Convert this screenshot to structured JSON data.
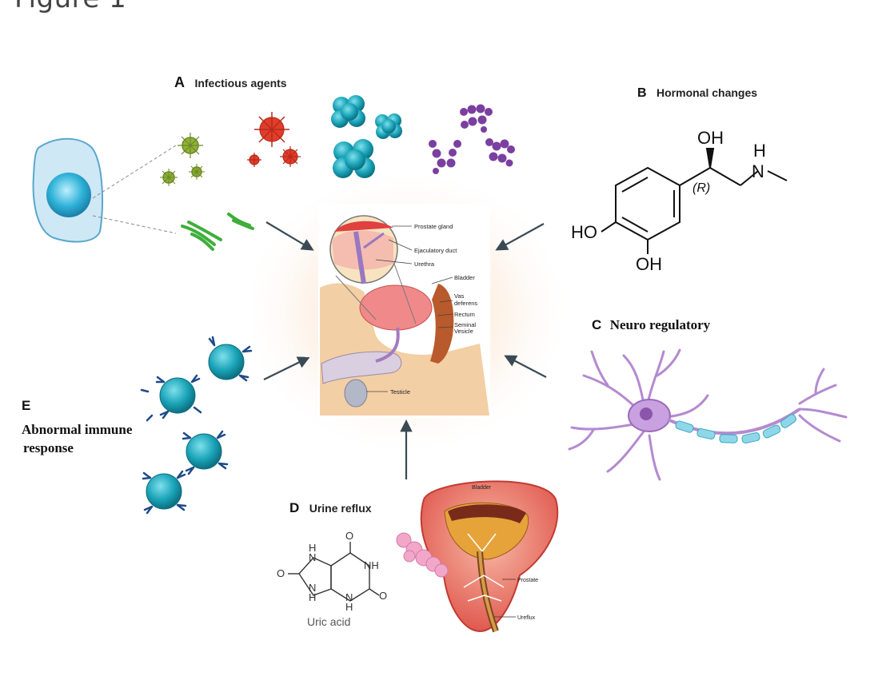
{
  "figure_title": "Figure 1",
  "panels": {
    "a": {
      "letter": "A",
      "title": "Infectious agents"
    },
    "b": {
      "letter": "B",
      "title": "Hormonal changes",
      "molecule": {
        "oh_top": "OH",
        "stereo": "(R)",
        "h": "H",
        "n": "N",
        "ho_left": "HO",
        "oh_bottom": "OH"
      }
    },
    "c": {
      "letter": "C",
      "title": "Neuro regulatory"
    },
    "d": {
      "letter": "D",
      "title": "Urine reflux",
      "molecule": {
        "name": "Uric acid",
        "o_top": "O",
        "o_left": "O",
        "o_right": "O",
        "h1": "H",
        "n1": "N",
        "nh_right": "NH",
        "n_bottom": "N",
        "h_bottom": "H",
        "h_left_n": "N",
        "h_left": "H"
      },
      "labels": {
        "bladder": "Bladder",
        "prostate": "Prostate",
        "ureflux": "Ureflux"
      }
    },
    "e": {
      "letter": "E",
      "title_line1": "Abnormal immune",
      "title_line2": "response"
    }
  },
  "anatomy_labels": {
    "prostate_gland": "Prostate gland",
    "ejaculatory_duct": "Ejaculatory duct",
    "urethra": "Urethra",
    "bladder": "Bladder",
    "vas_deferens_1": "Vas",
    "vas_deferens_2": "deferens",
    "rectum": "Rectum",
    "seminal_1": "Seminal",
    "seminal_2": "Vesicle",
    "testicle": "Testicle"
  },
  "colors": {
    "teal": "#1aa3b8",
    "purple": "#7b3fa0",
    "red": "#d93a2b",
    "green": "#7aa32a",
    "neuron": "#b48ad0",
    "arrow": "#3a4a55"
  }
}
